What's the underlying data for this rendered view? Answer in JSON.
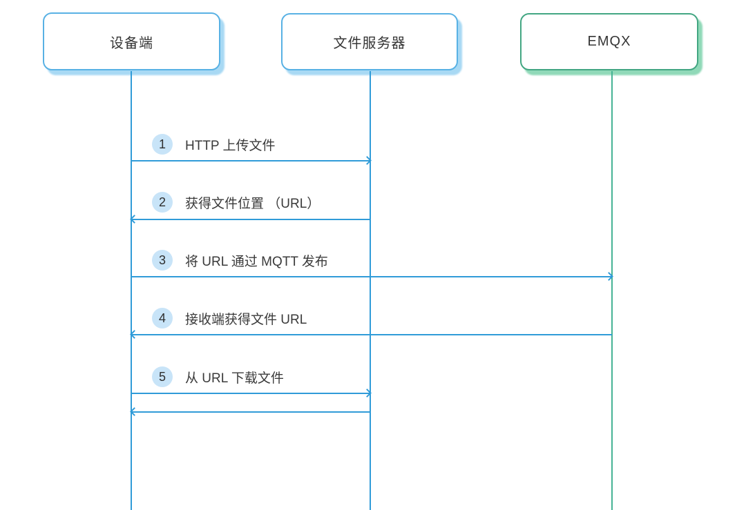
{
  "diagram_type": "sequence-diagram",
  "actors": [
    {
      "name": "设备端",
      "theme": "blue"
    },
    {
      "name": "文件服务器",
      "theme": "blue"
    },
    {
      "name": "EMQX",
      "theme": "green"
    }
  ],
  "messages": [
    {
      "num": "1",
      "label": "HTTP 上传文件",
      "from": "设备端",
      "to": "文件服务器",
      "direction": "right"
    },
    {
      "num": "2",
      "label": "获得文件位置 （URL）",
      "from": "文件服务器",
      "to": "设备端",
      "direction": "left"
    },
    {
      "num": "3",
      "label": "将 URL 通过 MQTT 发布",
      "from": "设备端",
      "to": "EMQX",
      "direction": "right"
    },
    {
      "num": "4",
      "label": "接收端获得文件 URL",
      "from": "EMQX",
      "to": "设备端",
      "direction": "left"
    },
    {
      "num": "5",
      "label": "从 URL 下载文件",
      "from": "设备端",
      "to": "文件服务器",
      "direction": "right"
    },
    {
      "num": "",
      "label": "",
      "from": "文件服务器",
      "to": "设备端",
      "direction": "left"
    }
  ],
  "colors": {
    "line_blue": "#2f9bd8",
    "line_green": "#45b394",
    "box_blue_border": "#58b1e4",
    "box_blue_shadow": "#a8d9f4",
    "box_green_border": "#42a682",
    "box_green_shadow": "#90d9b8",
    "badge_bg": "#c8e4f8",
    "text_dark": "#3a3a3a"
  }
}
